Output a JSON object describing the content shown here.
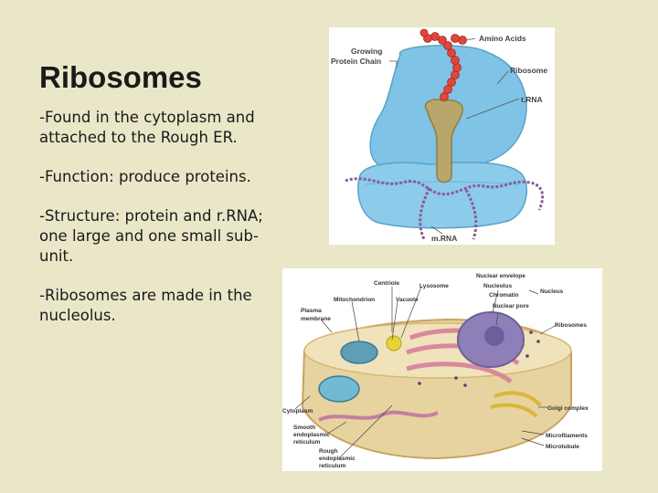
{
  "slide": {
    "title": "Ribosomes",
    "paragraphs": [
      "-Found in the cytoplasm and attached to the Rough ER.",
      "-Function: produce proteins.",
      "-Structure: protein and r.RNA; one large and one small sub-unit.",
      "-Ribosomes are made in the nucleolus."
    ]
  },
  "figure_ribosome": {
    "labels": {
      "growing_protein_chain_1": "Growing",
      "growing_protein_chain_2": "Protein Chain",
      "amino_acids": "Amino Acids",
      "ribosome": "Ribosome",
      "trna": "t.RNA",
      "mrna": "m.RNA"
    }
  },
  "figure_cell": {
    "labels": {
      "centriole": "Centriole",
      "lysosome": "Lysosome",
      "nuclear_envelope": "Nuclear envelope",
      "nucleolus": "Nucleolus",
      "chromatin": "Chromatin",
      "nuclear_pore": "Nuclear pore",
      "nucleus": "Nucleus",
      "mitochondrion": "Mitochondrion",
      "vacuole": "Vacuole",
      "plasma_membrane_1": "Plasma",
      "plasma_membrane_2": "membrane",
      "ribosomes": "Ribosomes",
      "cytoplasm": "Cytoplasm",
      "golgi_complex": "Golgi complex",
      "smooth_er_1": "Smooth",
      "smooth_er_2": "endoplasmic",
      "smooth_er_3": "reticulum",
      "microfilaments": "Microfilaments",
      "microtubule": "Microtubule",
      "rough_er_1": "Rough",
      "rough_er_2": "endoplasmic",
      "rough_er_3": "reticulum"
    }
  }
}
